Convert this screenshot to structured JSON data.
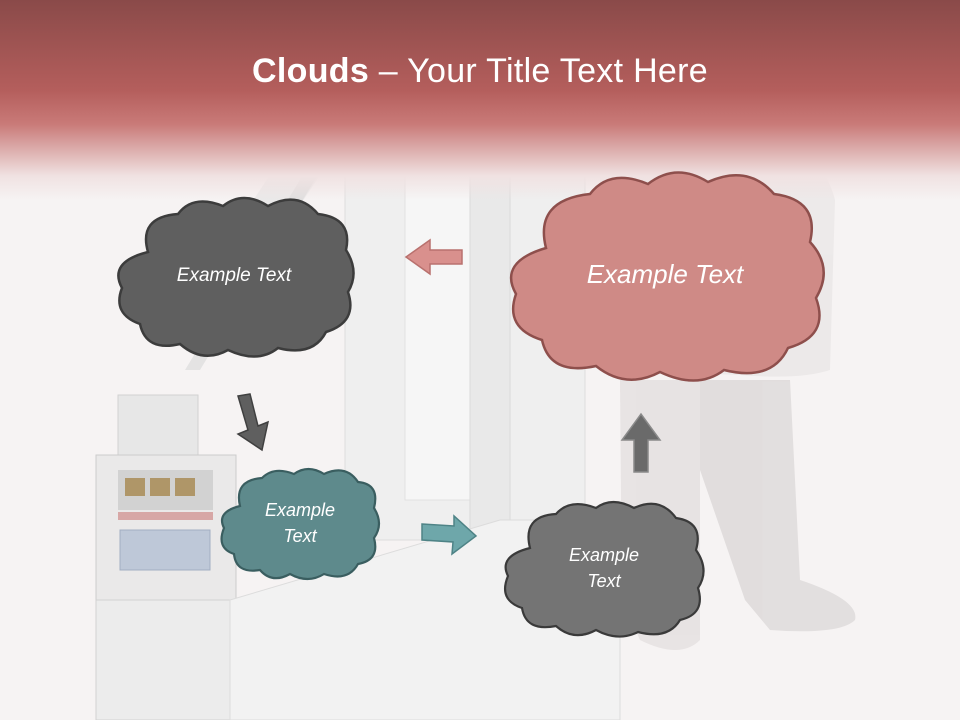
{
  "title": {
    "bold": "Clouds",
    "separator": " – ",
    "rest": "Your Title Text Here"
  },
  "clouds": [
    {
      "name": "cloud-top-left",
      "text": "Example Text",
      "color": "#5f5f5f"
    },
    {
      "name": "cloud-top-right",
      "text": "Example Text",
      "color": "#cf8a86"
    },
    {
      "name": "cloud-center",
      "text": "Example\nText",
      "color": "#5e8a8c"
    },
    {
      "name": "cloud-bottom-right",
      "text": "Example\nText",
      "color": "#747474"
    }
  ],
  "colors": {
    "header_dark": "#8a4a49",
    "header_mid": "#b45e5c",
    "arrow_red": "#d9908d",
    "arrow_gray": "#5f5f5f",
    "arrow_teal": "#6ea7aa"
  },
  "icons": [
    "arrow-left-icon",
    "arrow-down-icon",
    "arrow-right-icon",
    "arrow-up-icon"
  ]
}
